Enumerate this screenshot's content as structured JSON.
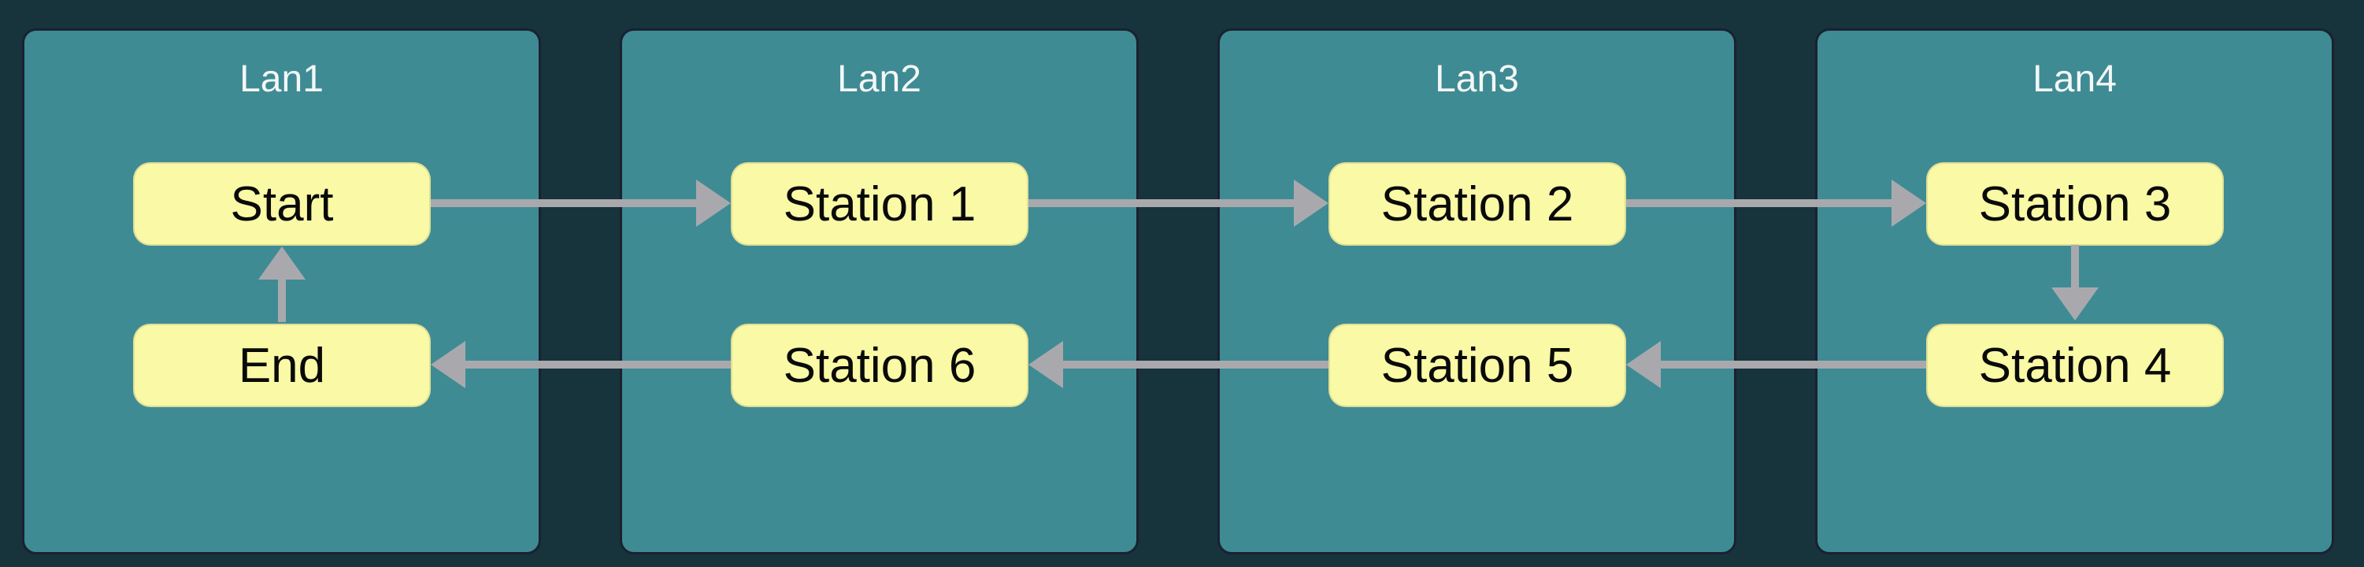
{
  "diagram": {
    "lanes": [
      {
        "title": "Lan1",
        "nodes": [
          {
            "label": "Start"
          },
          {
            "label": "End"
          }
        ]
      },
      {
        "title": "Lan2",
        "nodes": [
          {
            "label": "Station 1"
          },
          {
            "label": "Station 6"
          }
        ]
      },
      {
        "title": "Lan3",
        "nodes": [
          {
            "label": "Station 2"
          },
          {
            "label": "Station 5"
          }
        ]
      },
      {
        "title": "Lan4",
        "nodes": [
          {
            "label": "Station 3"
          },
          {
            "label": "Station 4"
          }
        ]
      }
    ],
    "edges": [
      {
        "from": "Start",
        "to": "Station 1",
        "direction": "right"
      },
      {
        "from": "Station 1",
        "to": "Station 2",
        "direction": "right"
      },
      {
        "from": "Station 2",
        "to": "Station 3",
        "direction": "right"
      },
      {
        "from": "Station 3",
        "to": "Station 4",
        "direction": "down"
      },
      {
        "from": "Station 4",
        "to": "Station 5",
        "direction": "left"
      },
      {
        "from": "Station 5",
        "to": "Station 6",
        "direction": "left"
      },
      {
        "from": "Station 6",
        "to": "End",
        "direction": "left"
      },
      {
        "from": "End",
        "to": "Start",
        "direction": "up"
      }
    ],
    "colors": {
      "background": "#17333b",
      "lane_fill": "#3e8b94",
      "lane_border": "#1b2130",
      "node_fill": "#f9f9a6",
      "node_text": "#0a0a0a",
      "title_text": "#f4f7f7",
      "arrow": "#a9a9ad"
    }
  }
}
